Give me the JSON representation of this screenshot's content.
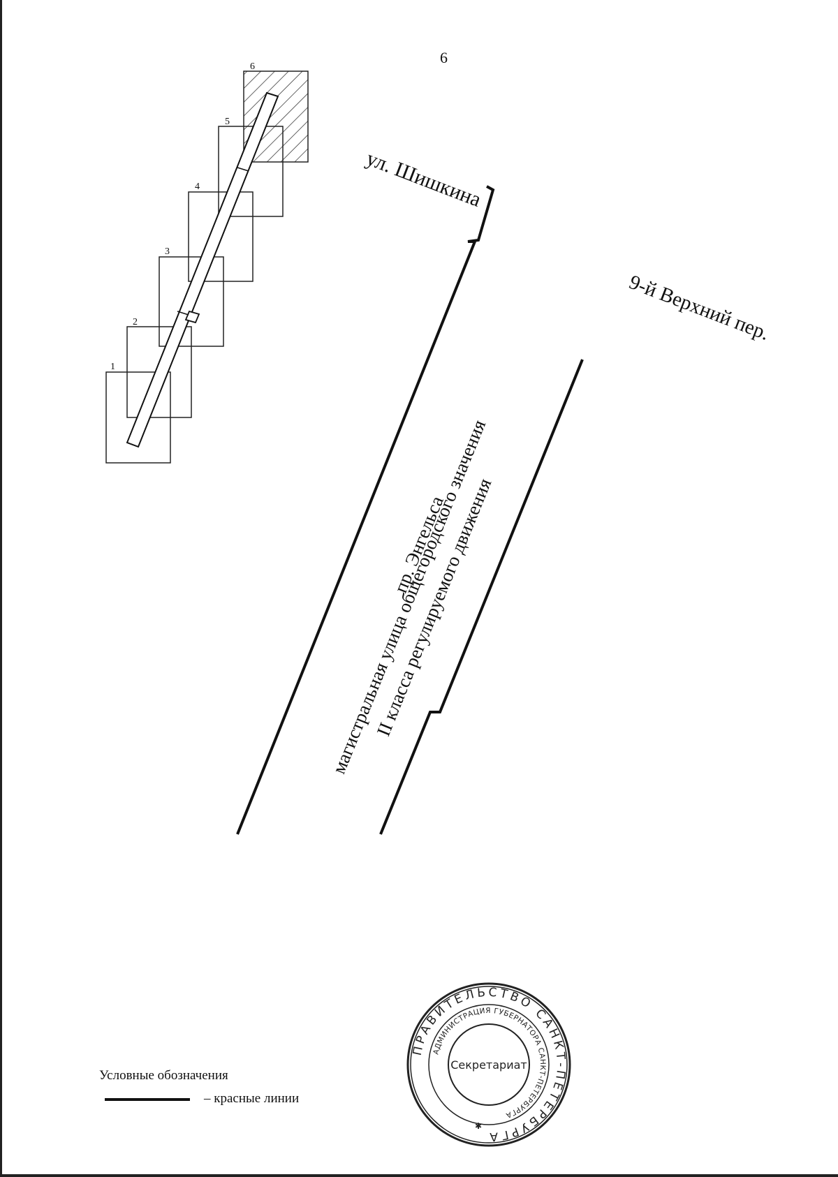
{
  "page": {
    "number": "6"
  },
  "map": {
    "plot_numbers": [
      "1",
      "2",
      "3",
      "4",
      "5",
      "6"
    ],
    "highlighted_plot": "6",
    "streets": {
      "shishkina": "ул. Шишкина",
      "verkhniy": "9-й Верхний пер.",
      "engelsa_name": "пр. Энгельса",
      "engelsa_class": "магистральная улица общегородского значения",
      "engelsa_movement": "II класса регулируемого движения"
    }
  },
  "legend": {
    "title": "Условные обозначения",
    "red_lines": "– красные линии"
  },
  "stamp": {
    "center_text": "Секретариат",
    "outer_ring": "ПРАВИТЕЛЬСТВО САНКТ-ПЕТЕРБУРГА",
    "inner_ring": "АДМИНИСТРАЦИЯ ГУБЕРНАТОРА САНКТ-ПЕТЕРБУРГА"
  }
}
